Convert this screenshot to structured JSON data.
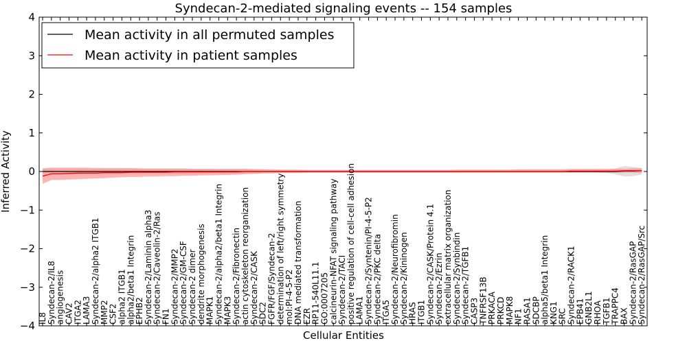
{
  "chart_data": {
    "type": "line",
    "title": "Syndecan-2-mediated signaling events -- 154 samples",
    "xlabel": "Cellular Entities",
    "ylabel": "Inferred Activity",
    "ylim": [
      -4,
      4
    ],
    "yticks": [
      -4,
      -3,
      -2,
      -1,
      0,
      1,
      2,
      3,
      4
    ],
    "grid": false,
    "legend_position": "top-left",
    "colors": {
      "permuted_line": "#000000",
      "permuted_band": "#cccccc",
      "patient_line": "#ff0000",
      "patient_band": "#ff8080"
    },
    "categories": [
      "IL8",
      "Syndecan-2/IL8",
      "angiogenesis",
      "CAV2",
      "ITGA2",
      "LAMA3",
      "Syndecan-2/alpha2 ITGB1",
      "MMP2",
      "CSF2",
      "alpha2 ITGB1",
      "alpha2/beta1 Integrin",
      "EPHB2",
      "Syndecan-2/Laminin alpha3",
      "Syndecan-2/Caveolin-2/Ras",
      "FN1",
      "Syndecan-2/MMP2",
      "Syndecan-2/GM-CSF",
      "Syndecan-2 dimer",
      "dendrite morphogenesis",
      "MAPK1",
      "Syndecan-2/alpha2/beta1 Integrin",
      "MAPK3",
      "Syndecan-2/Fibronectin",
      "actin cytoskeleton reorganization",
      "Syndecan-2/CASK",
      "SDC2",
      "FGFR/FGF/Syndecan-2",
      "determination of left/right symmetry",
      "mol:PI-4-5-P2",
      "DNA mediated transformation",
      "EZR",
      "RP11-540L11.1",
      "GO:0007205",
      "calcineurin-NFAT signaling pathway",
      "Syndecan-2/TACI",
      "positive regulation of cell-cell adhesion",
      "LAMA1",
      "Syndecan-2/Syntenin/PI-4-5-P2",
      "Syndecan-2/PKC delta",
      "ITGA5",
      "Syndecan-2/Neurofibromin",
      "Syndecan-2/Kininogen",
      "HRAS",
      "ITGB1",
      "Syndecan-2/CASK/Protein 4.1",
      "Syndecan-2/Ezrin",
      "extracellular matrix organization",
      "Syndecan-2/Synbindin",
      "Syndecan-2/TGFB1",
      "CASP3",
      "TNFRSF13B",
      "PRKACA",
      "PRKCD",
      "MAPK8",
      "NF1",
      "RASA1",
      "SDCBP",
      "alpha5/beta1 Integrin",
      "KNG1",
      "SRC",
      "Syndecan-2/RACK1",
      "EPB41",
      "GNB2L1",
      "RHOA",
      "TGFB1",
      "TRAPPC4",
      "BAX",
      "Syndecan-2/RasGAP",
      "Syndecan-2/RasGAP/Src"
    ],
    "series": [
      {
        "name": "Mean activity in all permuted samples",
        "values": [
          0,
          0,
          0,
          0,
          0,
          0,
          0,
          0,
          0,
          0,
          0,
          0,
          0,
          0,
          0,
          0,
          0,
          0,
          0,
          0,
          0,
          0,
          0,
          0,
          0,
          0,
          0,
          0,
          0,
          0,
          0,
          0,
          0,
          0,
          0,
          0,
          0,
          0,
          0,
          0,
          0,
          0,
          0,
          0,
          0,
          0,
          0,
          0,
          0,
          0,
          0,
          0,
          0,
          0,
          0,
          0,
          0,
          0,
          0,
          0,
          0,
          0,
          0,
          0,
          0,
          0,
          0.01,
          0.01,
          0.02
        ],
        "lower": [
          -0.06,
          -0.06,
          -0.06,
          -0.06,
          -0.06,
          -0.06,
          -0.06,
          -0.06,
          -0.06,
          -0.06,
          -0.06,
          -0.06,
          -0.06,
          -0.06,
          -0.06,
          -0.06,
          -0.06,
          -0.06,
          -0.06,
          -0.06,
          -0.05,
          -0.05,
          -0.05,
          -0.05,
          -0.05,
          -0.04,
          -0.04,
          -0.03,
          -0.03,
          -0.03,
          -0.02,
          -0.02,
          -0.02,
          -0.02,
          -0.02,
          -0.02,
          -0.02,
          -0.02,
          -0.02,
          -0.02,
          -0.02,
          -0.02,
          -0.02,
          -0.02,
          -0.02,
          -0.02,
          -0.02,
          -0.02,
          -0.02,
          -0.02,
          -0.02,
          -0.02,
          -0.02,
          -0.02,
          -0.02,
          -0.02,
          -0.02,
          -0.02,
          -0.02,
          -0.02,
          -0.02,
          -0.02,
          -0.02,
          -0.03,
          -0.04,
          -0.07,
          -0.13,
          -0.12,
          -0.08
        ],
        "upper": [
          0.07,
          0.07,
          0.07,
          0.07,
          0.07,
          0.07,
          0.07,
          0.07,
          0.07,
          0.07,
          0.07,
          0.07,
          0.07,
          0.07,
          0.07,
          0.07,
          0.07,
          0.07,
          0.07,
          0.07,
          0.06,
          0.06,
          0.06,
          0.06,
          0.06,
          0.05,
          0.05,
          0.04,
          0.04,
          0.04,
          0.03,
          0.03,
          0.03,
          0.03,
          0.03,
          0.03,
          0.03,
          0.03,
          0.03,
          0.03,
          0.03,
          0.03,
          0.03,
          0.03,
          0.03,
          0.03,
          0.03,
          0.03,
          0.03,
          0.03,
          0.03,
          0.03,
          0.03,
          0.03,
          0.03,
          0.03,
          0.03,
          0.03,
          0.03,
          0.03,
          0.03,
          0.03,
          0.03,
          0.04,
          0.05,
          0.08,
          0.14,
          0.12,
          0.09
        ]
      },
      {
        "name": "Mean activity in patient samples",
        "values": [
          -0.12,
          -0.06,
          -0.06,
          -0.05,
          -0.04,
          -0.04,
          -0.04,
          -0.03,
          -0.03,
          -0.03,
          -0.02,
          -0.02,
          -0.02,
          -0.02,
          -0.02,
          -0.01,
          -0.01,
          -0.01,
          -0.01,
          -0.01,
          -0.01,
          -0.01,
          -0.01,
          0,
          0,
          0,
          0,
          0,
          0,
          0,
          0,
          0,
          0,
          0,
          0,
          0,
          0,
          0,
          0,
          0,
          0,
          0,
          0,
          0,
          0,
          0,
          0,
          0,
          0,
          0,
          0,
          0,
          0,
          0,
          0,
          0,
          0,
          0,
          0,
          0,
          0.01,
          0.01,
          0.01,
          0.01,
          0.01,
          0.01,
          0.02,
          0.02,
          0.02
        ],
        "lower": [
          -0.32,
          -0.22,
          -0.22,
          -0.21,
          -0.2,
          -0.19,
          -0.18,
          -0.17,
          -0.16,
          -0.15,
          -0.14,
          -0.14,
          -0.13,
          -0.13,
          -0.12,
          -0.12,
          -0.11,
          -0.11,
          -0.1,
          -0.1,
          -0.09,
          -0.09,
          -0.08,
          -0.07,
          -0.06,
          -0.05,
          -0.05,
          -0.04,
          -0.04,
          -0.04,
          -0.03,
          -0.03,
          -0.03,
          -0.03,
          -0.03,
          -0.03,
          -0.03,
          -0.03,
          -0.03,
          -0.03,
          -0.03,
          -0.03,
          -0.03,
          -0.03,
          -0.03,
          -0.03,
          -0.03,
          -0.03,
          -0.03,
          -0.03,
          -0.03,
          -0.03,
          -0.03,
          -0.03,
          -0.03,
          -0.03,
          -0.03,
          -0.03,
          -0.03,
          -0.03,
          -0.03,
          -0.03,
          -0.03,
          -0.03,
          -0.03,
          -0.03,
          -0.03,
          -0.03,
          -0.04
        ],
        "upper": [
          0.08,
          0.1,
          0.1,
          0.1,
          0.1,
          0.1,
          0.09,
          0.09,
          0.09,
          0.09,
          0.09,
          0.08,
          0.08,
          0.08,
          0.08,
          0.08,
          0.08,
          0.07,
          0.07,
          0.07,
          0.07,
          0.07,
          0.07,
          0.07,
          0.06,
          0.06,
          0.05,
          0.05,
          0.05,
          0.05,
          0.04,
          0.04,
          0.04,
          0.04,
          0.04,
          0.04,
          0.04,
          0.04,
          0.04,
          0.04,
          0.04,
          0.04,
          0.04,
          0.04,
          0.04,
          0.04,
          0.04,
          0.05,
          0.05,
          0.05,
          0.05,
          0.05,
          0.05,
          0.05,
          0.06,
          0.06,
          0.06,
          0.06,
          0.06,
          0.06,
          0.07,
          0.07,
          0.07,
          0.07,
          0.07,
          0.07,
          0.07,
          0.08,
          0.08
        ]
      }
    ]
  }
}
